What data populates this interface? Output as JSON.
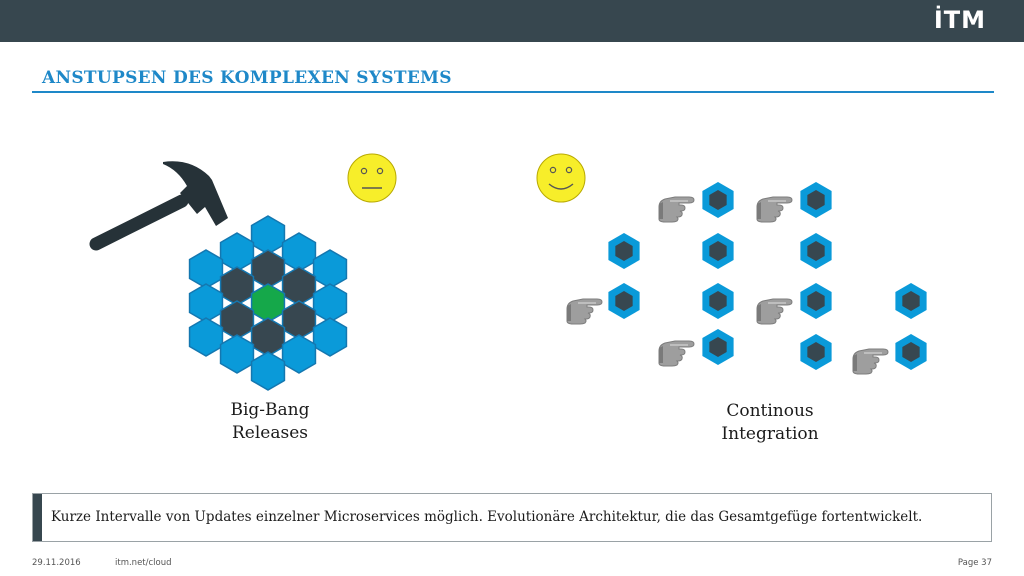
{
  "header": {
    "logo_text": "İTM"
  },
  "slide": {
    "title": "ANSTUPSEN DES KOMPLEXEN SYSTEMS"
  },
  "captions": {
    "left_line1": "Big-Bang",
    "left_line2": "Releases",
    "right_line1": "Continous",
    "right_line2": "Integration"
  },
  "callout": {
    "text": "Kurze Intervalle von Updates einzelner Microservices möglich. Evolutionäre Architektur, die das Gesamtgefüge fortentwickelt."
  },
  "footer": {
    "date": "29.11.2016",
    "link": "itm.net/cloud",
    "page": "Page 37"
  },
  "icons": [
    "hammer-icon",
    "neutral-face-icon",
    "smiling-face-icon",
    "pointing-hand-icon",
    "hexagon-service-icon"
  ],
  "colors": {
    "header_bar": "#37474f",
    "accent_blue": "#1e88c8",
    "hex_light_blue": "#0a9ad9",
    "hex_dark": "#374750",
    "hex_green": "#15a84a",
    "face_yellow": "#f7ee2a"
  }
}
